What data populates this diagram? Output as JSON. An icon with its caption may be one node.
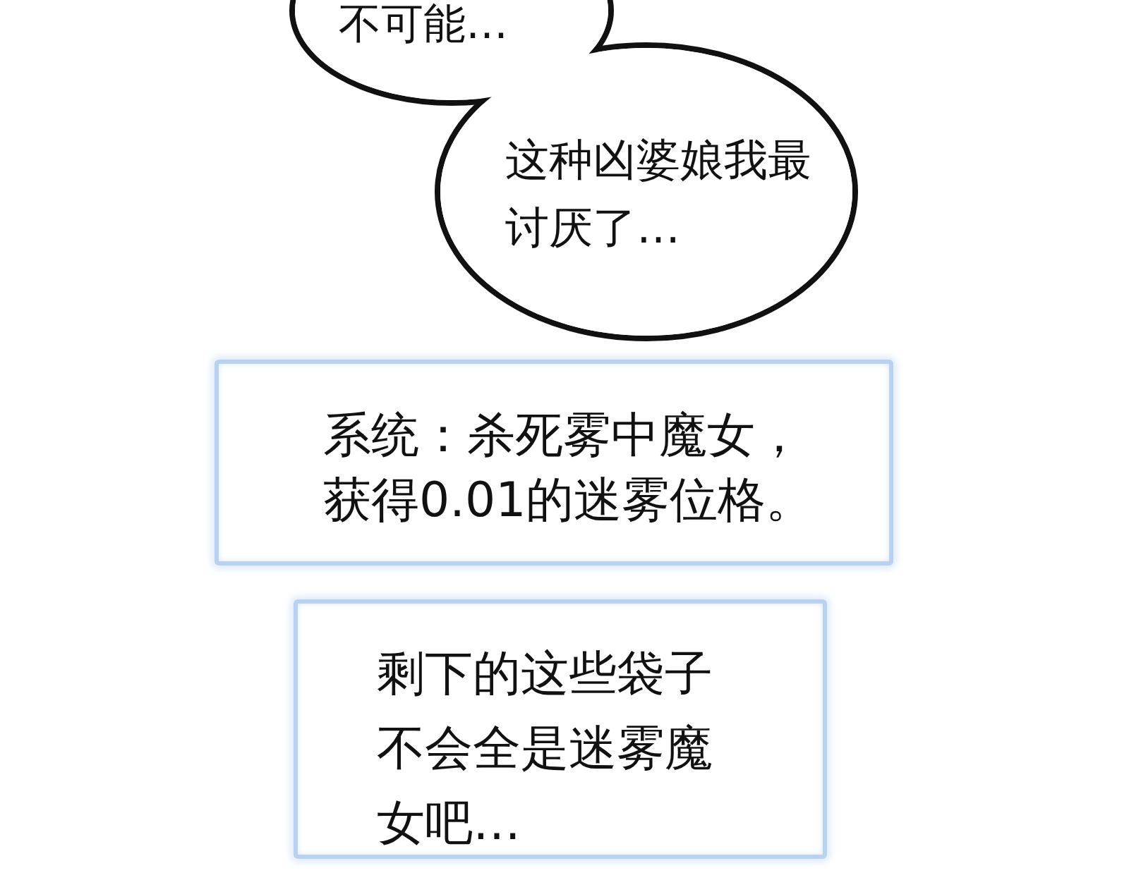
{
  "diagram": {
    "nodes": [
      {
        "text": [
          "不可能…"
        ]
      },
      {
        "text": [
          "这种凶婆娘我最讨厌了…"
        ]
      },
      {
        "text": [
          "系统：杀死雾中魔女，获得0.01的迷雾位格。"
        ]
      },
      {
        "text": [
          "剩下的这些袋子不会全是迷雾魔女吧…"
        ]
      }
    ]
  }
}
